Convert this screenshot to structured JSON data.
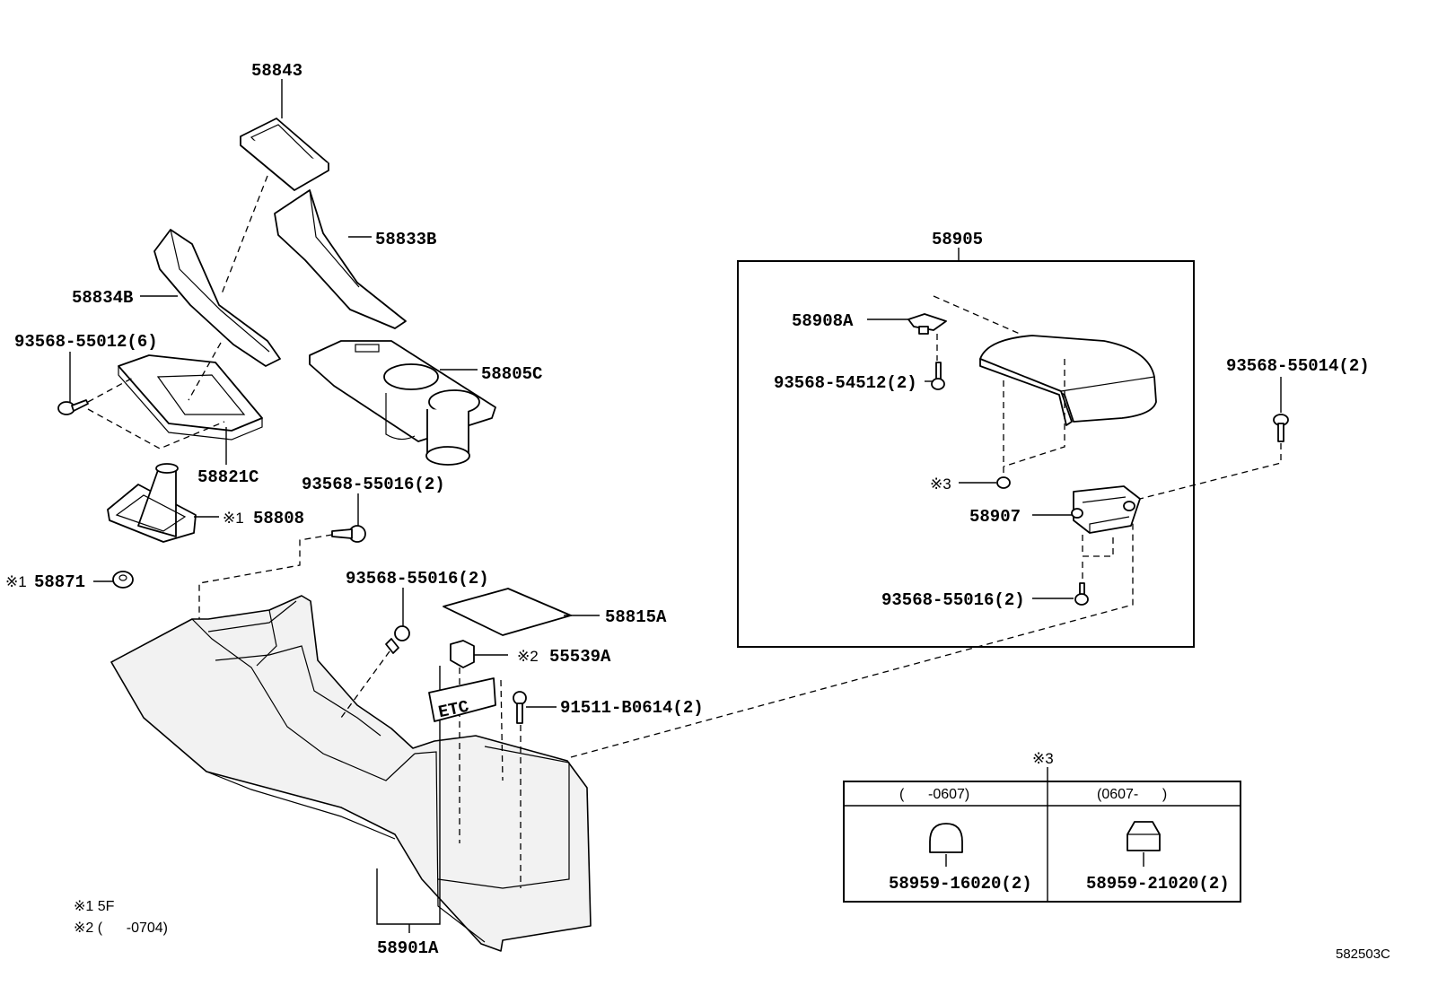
{
  "labels": {
    "p58843": "58843",
    "p58833B": "58833B",
    "p58834B": "58834B",
    "p93568_55012": "93568-55012(6)",
    "p58805C": "58805C",
    "p58821C": "58821C",
    "p93568_55016_a": "93568-55016(2)",
    "p58808_mark": "※1",
    "p58808": "58808",
    "p58871_mark": "※1",
    "p58871": "58871",
    "p93568_55016_b": "93568-55016(2)",
    "p58815A": "58815A",
    "p55539A_mark": "※2",
    "p55539A": "55539A",
    "p91511": "91511-B0614(2)",
    "p58901A": "58901A",
    "p58905": "58905",
    "p58908A": "58908A",
    "p93568_54512": "93568-54512(2)",
    "p3_mark": "※3",
    "p58907": "58907",
    "p93568_55016_c": "93568-55016(2)",
    "p93568_55014": "93568-55014(2)"
  },
  "legend_table": {
    "mark": "※3",
    "col1_header": "(      -0607)",
    "col2_header": "(0607-      )",
    "col1_part": "58959-16020(2)",
    "col2_part": "58959-21020(2)"
  },
  "notes": {
    "note1": "※1 5F",
    "note2": "※2 (      -0704)"
  },
  "reference_code": "582503C"
}
